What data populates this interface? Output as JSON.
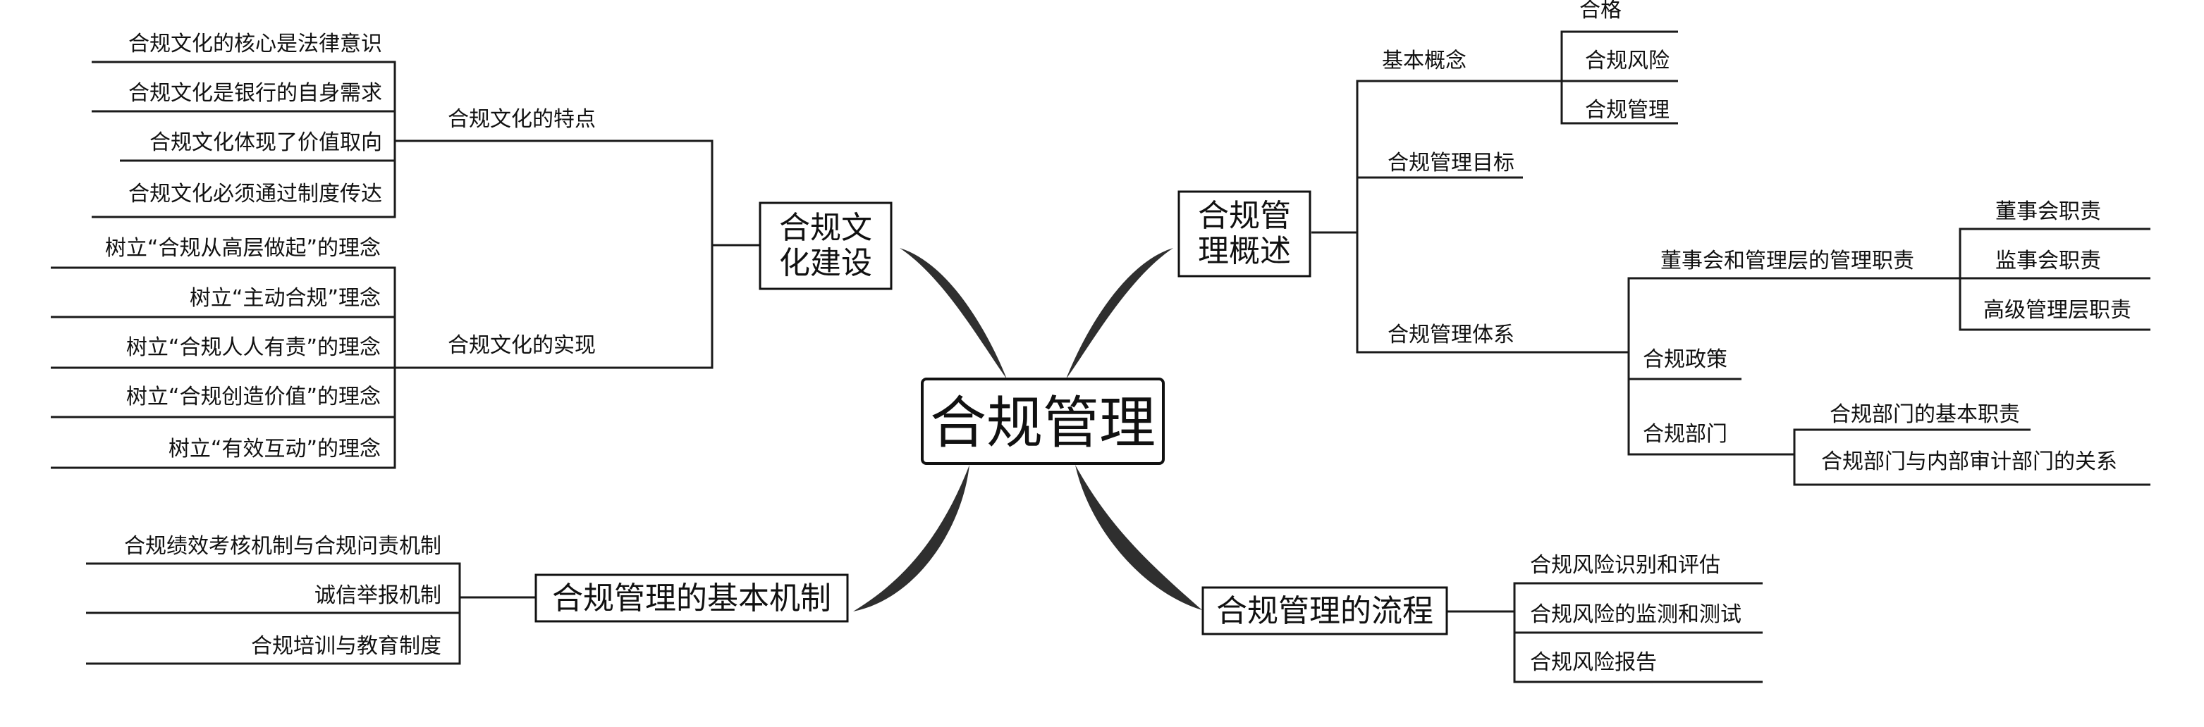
{
  "center": "合规管理",
  "branches": {
    "culture": {
      "label_line1": "合规文",
      "label_line2": "化建设",
      "features": {
        "label": "合规文化的特点",
        "items": [
          "合规文化的核心是法律意识",
          "合规文化是银行的自身需求",
          "合规文化体现了价值取向",
          "合规文化必须通过制度传达"
        ]
      },
      "realization": {
        "label": "合规文化的实现",
        "items": [
          "树立“合规从高层做起”的理念",
          "树立“主动合规”理念",
          "树立“合规人人有责”的理念",
          "树立“合规创造价值”的理念",
          "树立“有效互动”的理念"
        ]
      }
    },
    "mechanism": {
      "label": "合规管理的基本机制",
      "items": [
        "合规绩效考核机制与合规问责机制",
        "诚信举报机制",
        "合规培训与教育制度"
      ]
    },
    "overview": {
      "label_line1": "合规管",
      "label_line2": "理概述",
      "concepts": {
        "label": "基本概念",
        "items": [
          "合格",
          "合规风险",
          "合规管理"
        ]
      },
      "goal": {
        "label": "合规管理目标"
      },
      "system": {
        "label": "合规管理体系",
        "board": {
          "label": "董事会和管理层的管理职责",
          "items": [
            "董事会职责",
            "监事会职责",
            "高级管理层职责"
          ]
        },
        "policy": {
          "label": "合规政策"
        },
        "dept": {
          "label": "合规部门",
          "items": [
            "合规部门的基本职责",
            "合规部门与内部审计部门的关系"
          ]
        }
      }
    },
    "process": {
      "label": "合规管理的流程",
      "items": [
        "合规风险识别和评估",
        "合规风险的监测和测试",
        "合规风险报告"
      ]
    }
  }
}
